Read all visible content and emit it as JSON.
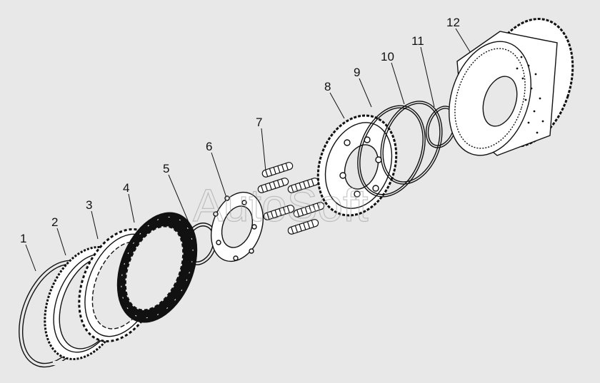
{
  "diagram": {
    "watermark": "AutoSoft",
    "callouts": [
      "1",
      "2",
      "3",
      "4",
      "5",
      "6",
      "7",
      "8",
      "9",
      "10",
      "11",
      "12"
    ],
    "colors": {
      "background": "#e8e8e8",
      "line": "#111111",
      "fill": "#ffffff",
      "dark": "#111111"
    }
  }
}
